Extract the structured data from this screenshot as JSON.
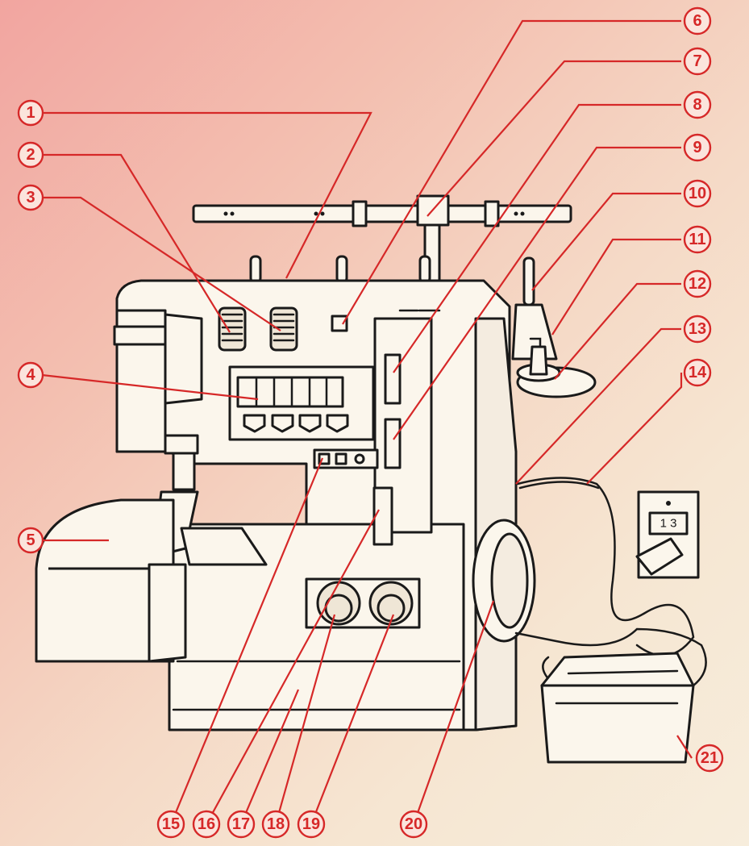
{
  "diagram": {
    "subject": "overlock-sewing-machine",
    "callouts": [
      {
        "id": "c1",
        "label": "1"
      },
      {
        "id": "c2",
        "label": "2"
      },
      {
        "id": "c3",
        "label": "3"
      },
      {
        "id": "c4",
        "label": "4"
      },
      {
        "id": "c5",
        "label": "5"
      },
      {
        "id": "c6",
        "label": "6"
      },
      {
        "id": "c7",
        "label": "7"
      },
      {
        "id": "c8",
        "label": "8"
      },
      {
        "id": "c9",
        "label": "9"
      },
      {
        "id": "c10",
        "label": "10"
      },
      {
        "id": "c11",
        "label": "11"
      },
      {
        "id": "c12",
        "label": "12"
      },
      {
        "id": "c13",
        "label": "13"
      },
      {
        "id": "c14",
        "label": "14"
      },
      {
        "id": "c15",
        "label": "15"
      },
      {
        "id": "c16",
        "label": "16"
      },
      {
        "id": "c17",
        "label": "17"
      },
      {
        "id": "c18",
        "label": "18"
      },
      {
        "id": "c19",
        "label": "19"
      },
      {
        "id": "c20",
        "label": "20"
      },
      {
        "id": "c21",
        "label": "21"
      }
    ],
    "socket_text": "1 3",
    "colors": {
      "callout_red": "#d62828",
      "background_top_left": "#f2a5a0",
      "background_bottom_right": "#f7eddc",
      "line_art": "#1a1a1a"
    }
  }
}
